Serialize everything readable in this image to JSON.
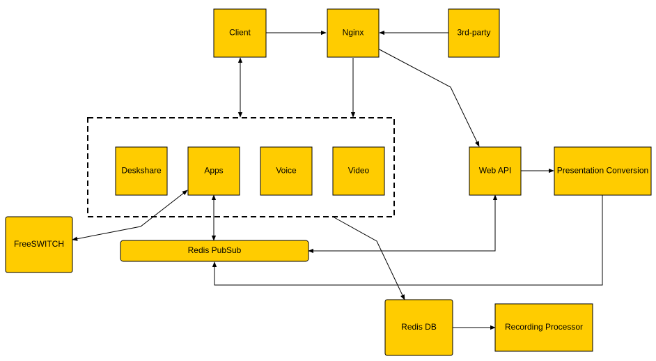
{
  "diagram": {
    "nodes": {
      "client": "Client",
      "nginx": "Nginx",
      "third_party": "3rd-party",
      "deskshare": "Deskshare",
      "apps": "Apps",
      "voice": "Voice",
      "video": "Video",
      "web_api": "Web API",
      "presentation_conversion": "Presentation Conversion",
      "freeswitch": "FreeSWITCH",
      "redis_pubsub": "Redis PubSub",
      "redis_db": "Redis DB",
      "recording_processor": "Recording Processor"
    }
  },
  "colors": {
    "node_fill": "#ffcc00",
    "stroke": "#000000",
    "background": "#ffffff"
  }
}
